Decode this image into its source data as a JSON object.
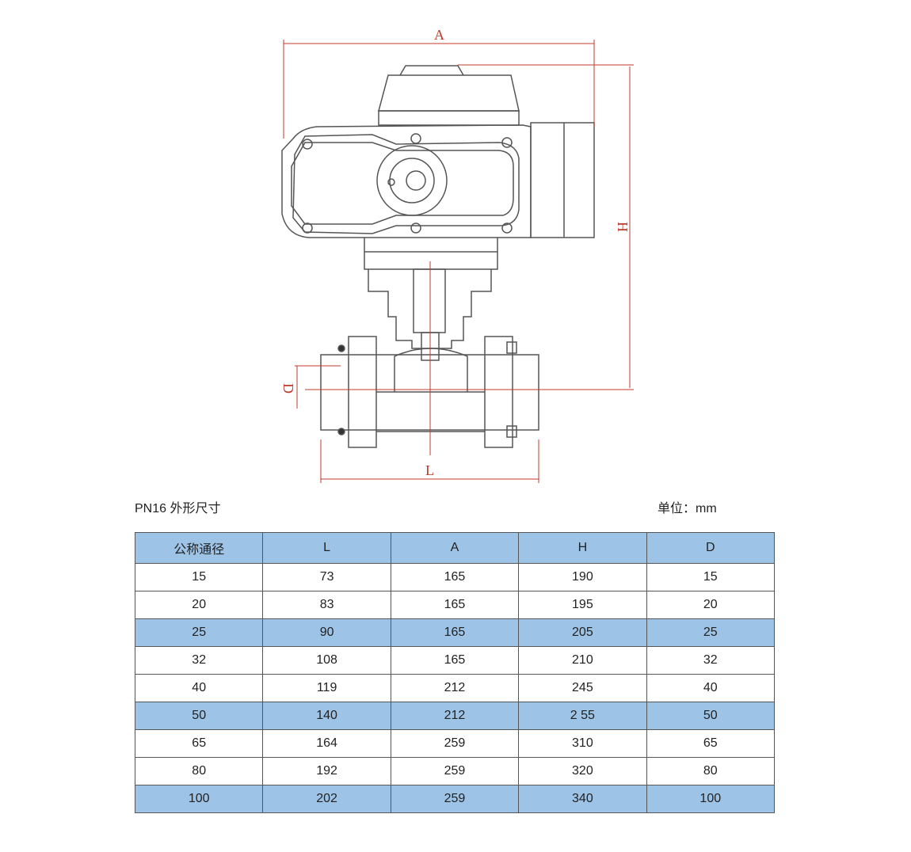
{
  "drawing": {
    "dimension_labels": {
      "A": "A",
      "H": "H",
      "D": "D",
      "L": "L"
    },
    "colors": {
      "dimension": "#c0392b",
      "outline": "#555555"
    }
  },
  "title": "PN16 外形尺寸",
  "unit": "单位：mm",
  "table": {
    "header_color": "#9dc3e6",
    "headers": [
      "公称通径",
      "L",
      "A",
      "H",
      "D"
    ],
    "rows": [
      [
        "15",
        "73",
        "165",
        "190",
        "15"
      ],
      [
        "20",
        "83",
        "165",
        "195",
        "20"
      ],
      [
        "25",
        "90",
        "165",
        "205",
        "25"
      ],
      [
        "32",
        "108",
        "165",
        "210",
        "32"
      ],
      [
        "40",
        "119",
        "212",
        "245",
        "40"
      ],
      [
        "50",
        "140",
        "212",
        "2 55",
        "50"
      ],
      [
        "65",
        "164",
        "259",
        "310",
        "65"
      ],
      [
        "80",
        "192",
        "259",
        "320",
        "80"
      ],
      [
        "100",
        "202",
        "259",
        "340",
        "100"
      ]
    ]
  }
}
